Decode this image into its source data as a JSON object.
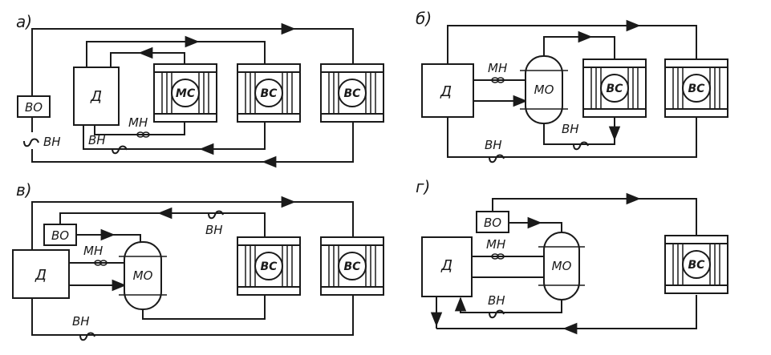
{
  "panels": {
    "a": {
      "label": "а)",
      "engine": "Д",
      "oil_tank": "ВО",
      "oil_pump_main": "ВН",
      "oil_pump_aux": "ВН",
      "oil_pump_mech": "МН",
      "oil_cooler": "МС",
      "water_cooler_1": "ВС",
      "water_cooler_2": "ВС"
    },
    "b": {
      "label": "б)",
      "engine": "Д",
      "heat_exchanger": "МО",
      "oil_pump_mech": "МН",
      "water_pump_inner": "ВН",
      "water_pump_outer": "ВН",
      "water_cooler_1": "ВС",
      "water_cooler_2": "ВС"
    },
    "c": {
      "label": "в)",
      "engine": "Д",
      "oil_tank": "ВО",
      "oil_pump_mech": "МН",
      "heat_exchanger": "МО",
      "water_pump_top": "ВН",
      "water_pump_bottom": "ВН",
      "water_cooler_1": "ВС",
      "water_cooler_2": "ВС"
    },
    "d": {
      "label": "г)",
      "engine": "Д",
      "oil_tank": "ВО",
      "oil_pump_mech": "МН",
      "heat_exchanger": "МО",
      "water_pump": "ВН",
      "water_cooler": "ВС"
    }
  }
}
